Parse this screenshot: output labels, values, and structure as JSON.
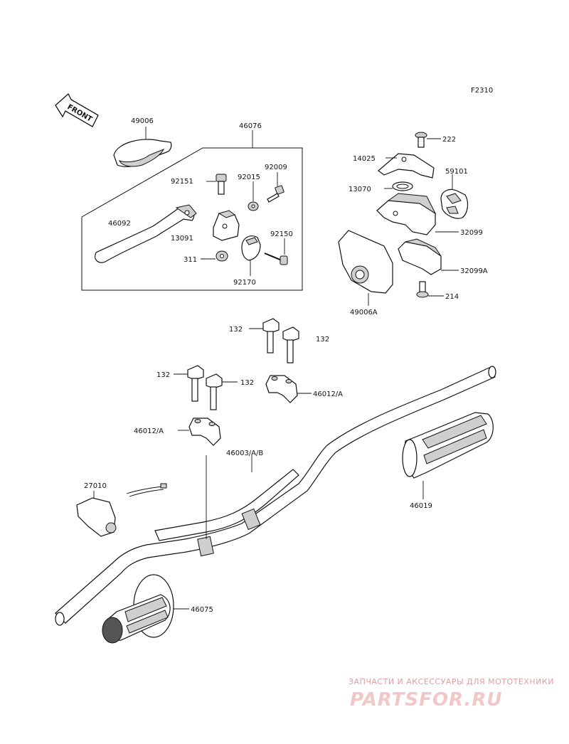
{
  "figure_code": "F2310",
  "front_arrow_text": "FRONT",
  "callouts": {
    "c49006": "49006",
    "c46076": "46076",
    "c92151": "92151",
    "c92015": "92015",
    "c92009": "92009",
    "c46092": "46092",
    "c13091": "13091",
    "c92150": "92150",
    "c311": "311",
    "c92170": "92170",
    "c222": "222",
    "c14025": "14025",
    "c59101": "59101",
    "c13070": "13070",
    "c32099": "32099",
    "c32099A": "32099A",
    "c214": "214",
    "c49006A": "49006A",
    "c132a": "132",
    "c132b": "132",
    "c132c": "132",
    "c132d": "132",
    "c46012A_right": "46012/A",
    "c46012A_left": "46012/A",
    "c46003AB": "46003/A/B",
    "c27010": "27010",
    "c46019": "46019",
    "c46075": "46075"
  },
  "watermark": {
    "line1": "ЗАПЧАСТИ И АКСЕССУАРЫ ДЛЯ МОТОТЕХНИКИ",
    "line2": "PARTSFOR.RU"
  }
}
